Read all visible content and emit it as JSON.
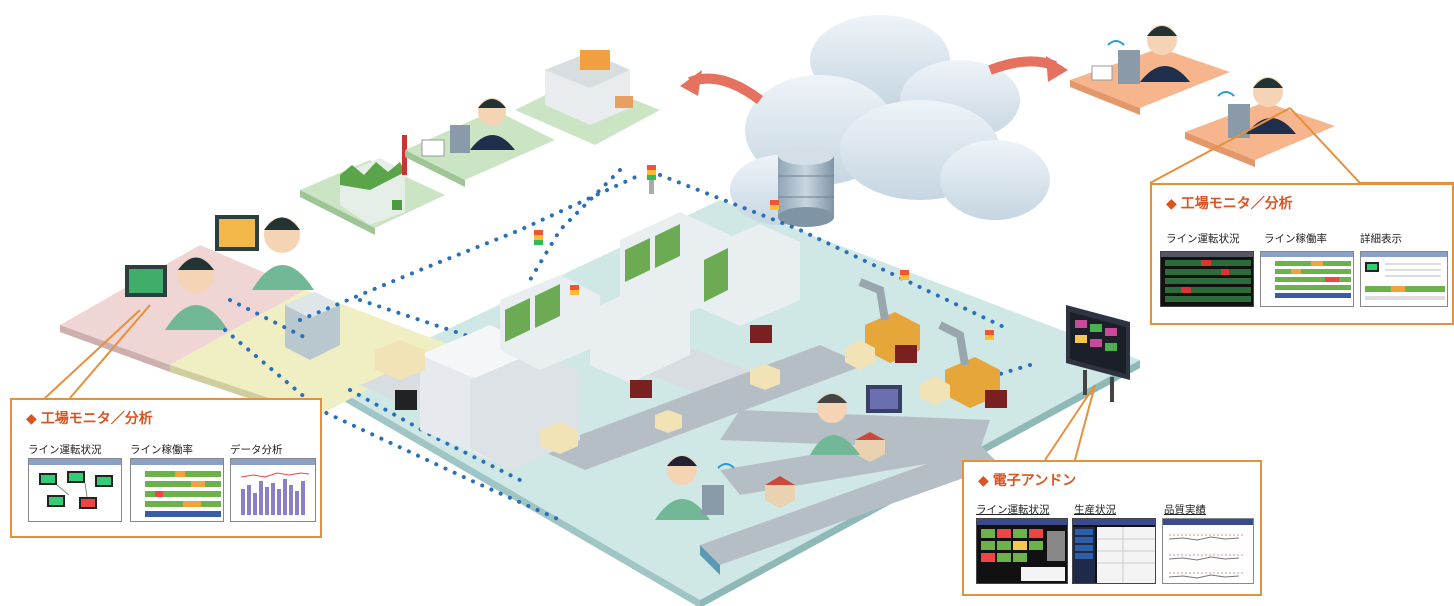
{
  "callouts": {
    "factory_monitor_left": {
      "title": "工場モニタ／分析",
      "screens": [
        "ライン運転状況",
        "ライン稼働率",
        "データ分析"
      ]
    },
    "factory_monitor_right": {
      "title": "工場モニタ／分析",
      "screens": [
        "ライン運転状況",
        "ライン稼働率",
        "詳細表示"
      ]
    },
    "andon": {
      "title": "電子アンドン",
      "screens": [
        "ライン運転状況",
        "生産状況",
        "品質実績"
      ]
    }
  },
  "colors": {
    "callout_border": "#e5903c",
    "title": "#d9541e",
    "floor": "#cde6e4",
    "office_pink": "#efd8d6",
    "office_yellow": "#f0edc0",
    "link_dots": "#2a6fb8",
    "cloud": "#d8e6ee",
    "desk_orange": "#f4b48c"
  },
  "icons": [
    "cloud-icon",
    "database-icon",
    "wifi-icon",
    "mail-icon",
    "monitor-icon",
    "tablet-icon",
    "factory-icon",
    "robot-arm-icon",
    "signal-tower-icon",
    "andon-board-icon"
  ]
}
